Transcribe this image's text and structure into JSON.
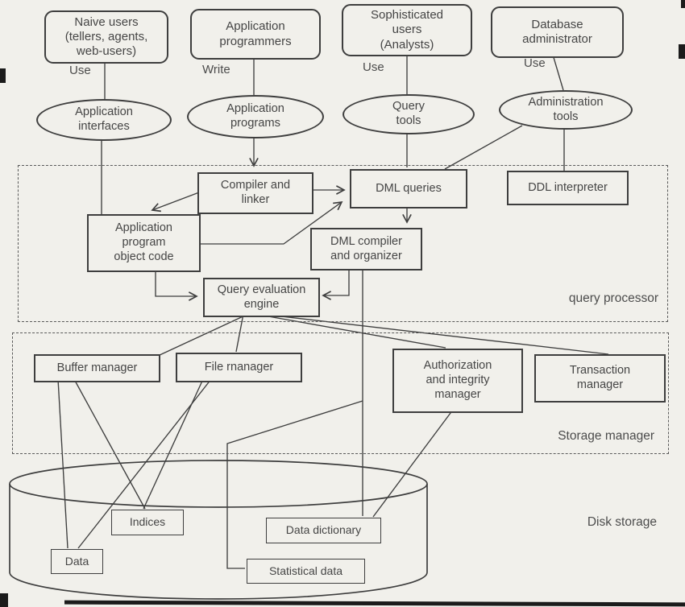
{
  "users": [
    {
      "label": "Naive users\n(tellers, agents,\nweb-users)",
      "verb": "Use"
    },
    {
      "label": "Application\nprogrammers",
      "verb": "Write"
    },
    {
      "label": "Sophisticated\nusers\n(Analysts)",
      "verb": "Use"
    },
    {
      "label": "Database\nadministrator",
      "verb": "Use"
    }
  ],
  "tools": [
    {
      "label": "Application\ninterfaces"
    },
    {
      "label": "Application\nprograms"
    },
    {
      "label": "Query\ntools"
    },
    {
      "label": "Administration\ntools"
    }
  ],
  "query_processor": {
    "region_label": "query processor",
    "boxes": {
      "compiler_linker": "Compiler and\nlinker",
      "dml_queries": "DML queries",
      "ddl_interpreter": "DDL interpreter",
      "app_program_object_code": "Application\nprogram\nobject code",
      "dml_compiler_organizer": "DML compiler\nand organizer",
      "query_evaluation_engine": "Query evaluation\nengine"
    }
  },
  "storage_manager": {
    "region_label": "Storage manager",
    "boxes": {
      "buffer_manager": "Buffer manager",
      "file_manager": "File rnanager",
      "authorization_integrity_manager": "Authorization\nand integrity\nmanager",
      "transaction_manager": "Transaction\nmanager"
    }
  },
  "disk_storage": {
    "region_label": "Disk storage",
    "boxes": {
      "indices": "Indices",
      "data": "Data",
      "data_dictionary": "Data dictionary",
      "statistical_data": "Statistical data"
    }
  },
  "colors": {
    "paper": "#f1f0eb",
    "line": "#3e3e3e",
    "text": "#454545"
  }
}
